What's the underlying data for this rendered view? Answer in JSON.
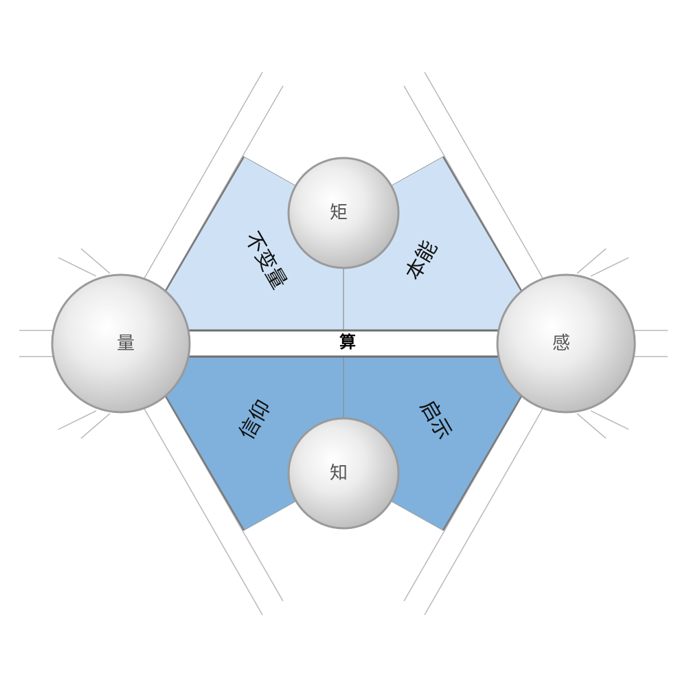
{
  "diagram": {
    "center": {
      "label": "算"
    },
    "nodes": {
      "top": {
        "label": "矩"
      },
      "left": {
        "label": "量"
      },
      "right": {
        "label": "感"
      },
      "bottom": {
        "label": "知"
      }
    },
    "sectors": {
      "upper_left": {
        "label": "不变量"
      },
      "upper_right": {
        "label": "本能"
      },
      "lower_left": {
        "label": "信仰"
      },
      "lower_right": {
        "label": "启示"
      }
    },
    "colors": {
      "upper_fill": "#cfe2f5",
      "lower_fill": "#7fb1dc",
      "outline": "#7a7a7a",
      "ray": "#b8b8b8",
      "node_border": "#9a9a9a"
    }
  }
}
